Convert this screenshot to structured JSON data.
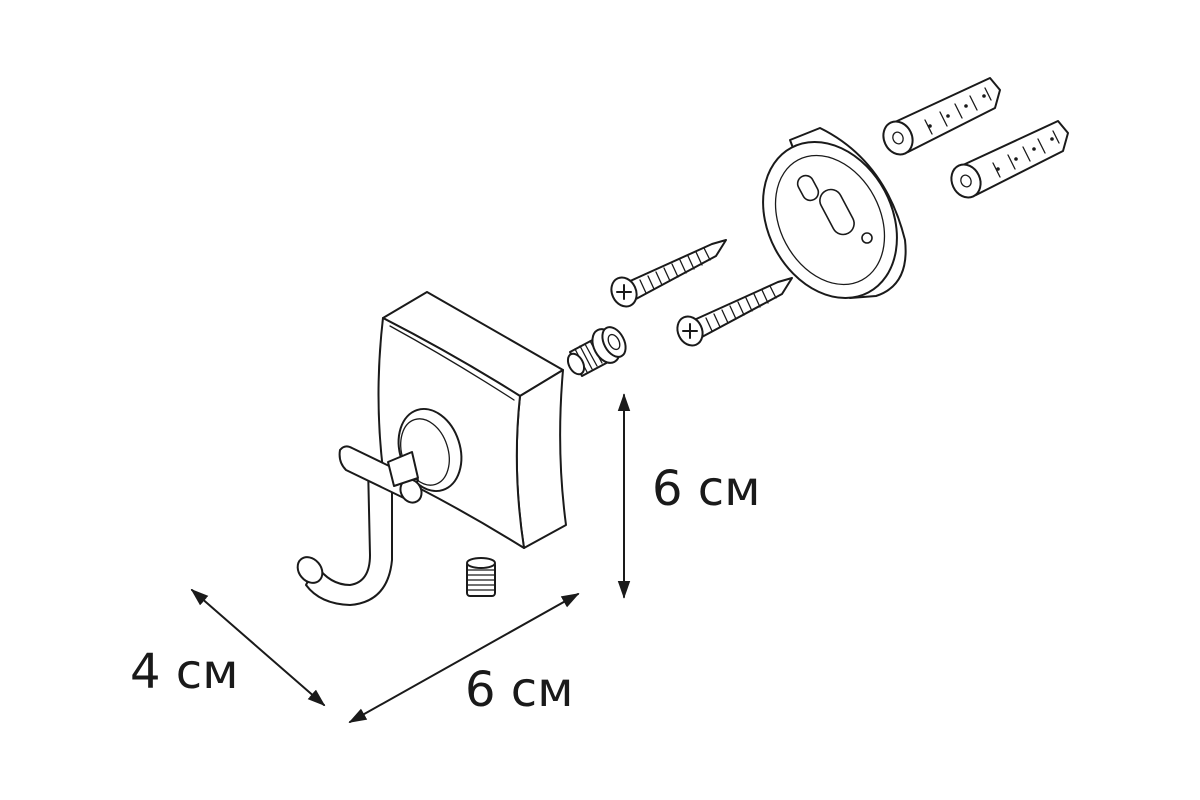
{
  "dimensions": {
    "height": "6 см",
    "width": "6 см",
    "depth": "4 см"
  },
  "colors": {
    "line": "#1a1a1a",
    "background": "#ffffff"
  }
}
